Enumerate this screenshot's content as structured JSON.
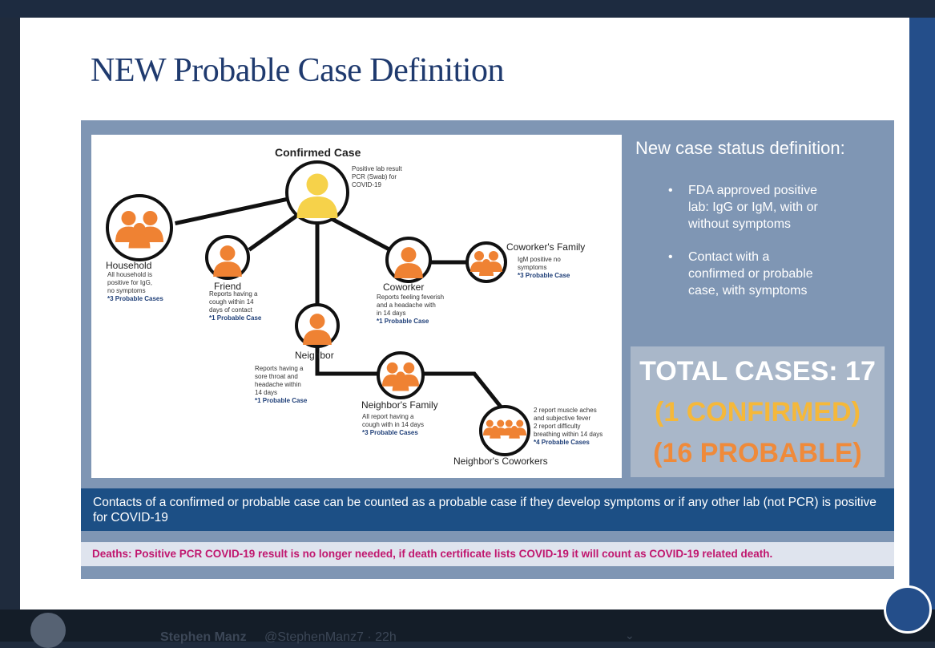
{
  "slide": {
    "title": "NEW Probable Case Definition"
  },
  "diagram": {
    "confirmed": {
      "title": "Confirmed Case",
      "note": "Positive lab result\nPCR (Swab) for\nCOVID-19"
    },
    "household": {
      "label": "Household",
      "note": "All household is\npositive for IgG,\nno symptoms",
      "count": "*3 Probable Cases"
    },
    "friend": {
      "label": "Friend",
      "note": "Reports having a\ncough within 14\ndays of contact",
      "count": "*1 Probable Case"
    },
    "coworker": {
      "label": "Coworker",
      "note": "Reports feeling feverish\nand a headache with\nin 14 days",
      "count": "*1 Probable Case"
    },
    "coworkers_family": {
      "label": "Coworker's Family",
      "note": "IgM positive no\nsymptoms",
      "count": "*3 Probable Case"
    },
    "neighbor": {
      "label": "Neighbor",
      "note": "Reports having a\nsore throat and\nheadache within\n14 days",
      "count": "*1 Probable Case"
    },
    "neighbors_family": {
      "label": "Neighbor's Family",
      "note": "All report having a\ncough with in 14 days",
      "count": "*3 Probable Cases"
    },
    "neighbors_coworkers": {
      "label": "Neighbor's Coworkers",
      "note": "2 report muscle aches\nand subjective fever\n2 report difficulty\nbreathing within 14 days",
      "count": "*4 Probable Cases"
    }
  },
  "status_panel": {
    "heading": "New case status definition:",
    "bullets": [
      "FDA approved positive\nlab: IgG or IgM, with or\nwithout symptoms",
      "Contact with a\nconfirmed or probable\ncase, with symptoms"
    ],
    "bullet_char": "•"
  },
  "totals": {
    "total": "TOTAL CASES: 17",
    "confirmed": "(1 CONFIRMED)",
    "probable": "(16 PROBABLE)"
  },
  "footer": {
    "contacts": "Contacts of a confirmed or probable case can be counted as a probable case if they develop symptoms or if any other lab (not PCR) is positive for COVID-19",
    "deaths": "Deaths: Positive PCR COVID-19 result is no longer needed, if death certificate lists COVID-19 it will count as COVID-19 related death."
  },
  "tweet": {
    "author": "Stephen Manz",
    "handle": "@StephenManz7 · 22h"
  },
  "colors": {
    "title": "#1f3a6e",
    "panel": "#7f96b4",
    "person_orange": "#ef8233",
    "person_yellow": "#f6d24a",
    "confirmed_text": "#f5b83a",
    "probable_text": "#ef8a3a",
    "footer_bar": "#1c4f85",
    "deaths_text": "#c0166e"
  }
}
